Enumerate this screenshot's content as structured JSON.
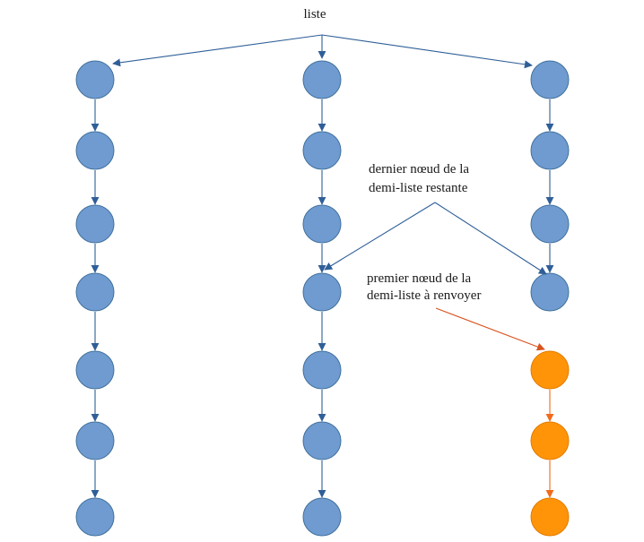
{
  "title": "liste",
  "annotations": {
    "remaining": {
      "lines": [
        "dernier nœud de la",
        "demi-liste restante"
      ]
    },
    "returned": {
      "lines": [
        "premier nœud de la",
        "demi-liste à renvoyer"
      ]
    }
  },
  "lists": [
    {
      "id": "list-1",
      "nodes": [
        "normal",
        "normal",
        "normal",
        "normal",
        "normal",
        "normal",
        "normal"
      ]
    },
    {
      "id": "list-2",
      "nodes": [
        "normal",
        "normal",
        "normal",
        "normal",
        "normal",
        "normal",
        "normal"
      ]
    },
    {
      "id": "list-3",
      "nodes": [
        "normal",
        "normal",
        "normal",
        "normal",
        "highlight",
        "highlight",
        "highlight"
      ]
    }
  ],
  "colors": {
    "node_fill": "#6f9bd1",
    "node_stroke": "#41719c",
    "edge": "#2f5f98",
    "highlight_fill": "#ff9408",
    "highlight_stroke": "#e37b00",
    "highlight_edge": "#f26a1b",
    "annotation_edge": "#d9531e"
  }
}
